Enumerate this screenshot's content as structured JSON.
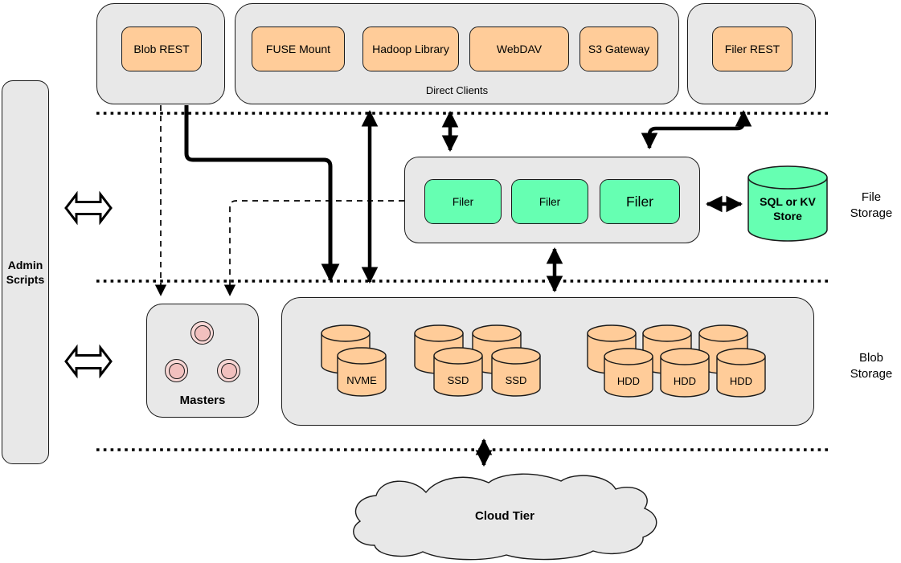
{
  "colors": {
    "cluster_fill": "#E8E8E8",
    "node_orange": "#FFCC99",
    "node_green": "#66FFB2",
    "masters_pink": "#F2C0BE",
    "cloud_fill": "#E8E8E8",
    "line_black": "#000000"
  },
  "top_row": {
    "blob_rest_group": {
      "items": [
        "Blob REST"
      ]
    },
    "direct_clients_group": {
      "label": "Direct Clients",
      "items": [
        "FUSE Mount",
        "Hadoop Library",
        "WebDAV",
        "S3 Gateway"
      ]
    },
    "filer_rest_group": {
      "items": [
        "Filer REST"
      ]
    }
  },
  "admin_panel": {
    "label": "Admin Scripts"
  },
  "file_storage_tier": {
    "label": "File Storage",
    "filer_group": {
      "items": [
        "Filer",
        "Filer",
        "Filer"
      ]
    },
    "metadata_store": {
      "label": "SQL or KV Store"
    }
  },
  "blob_storage_tier": {
    "label": "Blob Storage",
    "masters_group": {
      "label": "Masters"
    },
    "volume_groups": {
      "nvme": [
        "NVME"
      ],
      "ssd": [
        "SSD",
        "SSD"
      ],
      "hdd": [
        "HDD",
        "HDD",
        "HDD"
      ]
    }
  },
  "cloud_tier": {
    "label": "Cloud Tier"
  }
}
